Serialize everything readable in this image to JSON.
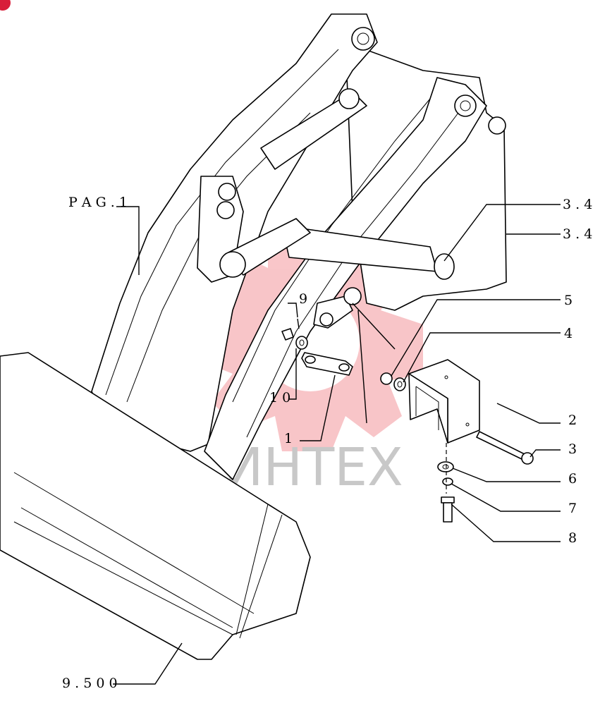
{
  "diagram": {
    "callouts": {
      "pag_ref": "P A G . 1",
      "label_1": "1",
      "label_2": "2",
      "label_3": "3",
      "label_3_4_a": "3 . 4",
      "label_3_4_b": "3 . 4",
      "label_4": "4",
      "label_5": "5",
      "label_6": "6",
      "label_7": "7",
      "label_8": "8",
      "label_9": "9",
      "label_10": "1 0",
      "label_9500": "9 . 5 0 0"
    },
    "watermark": {
      "text": "ИНТЕХ",
      "color": "#e8323c"
    }
  }
}
